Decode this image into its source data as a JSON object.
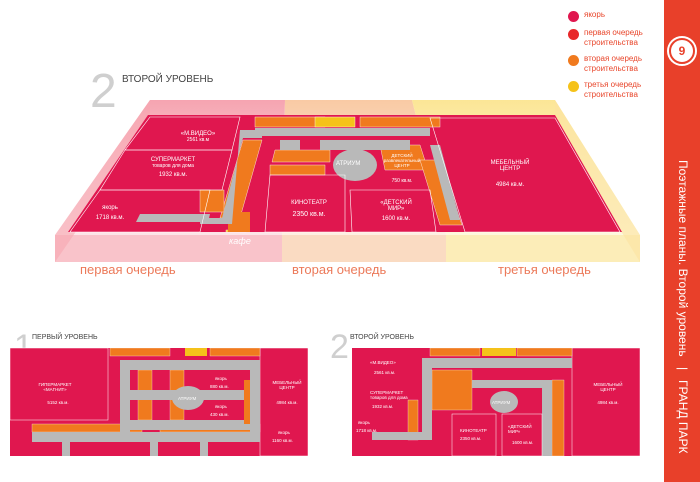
{
  "page_number": "9",
  "sidebar": {
    "title": "Поэтажные планы. Второй уровень",
    "separator": "|",
    "brand": "ГРАНД ПАРК"
  },
  "legend": [
    {
      "label": "якорь",
      "color": "#e0174f"
    },
    {
      "label": "первая очередь строительства",
      "color": "#e8282a"
    },
    {
      "label": "вторая очередь строительства",
      "color": "#f07a1e"
    },
    {
      "label": "третья очередь строительства",
      "color": "#f5c21a"
    }
  ],
  "main_plan": {
    "level_number": "2",
    "level_title": "ВТОРОЙ УРОВЕНЬ",
    "stages": [
      "первая очередь",
      "вторая очередь",
      "третья очередь"
    ],
    "units": {
      "mvideo": "«М.ВИДЕО»",
      "mvideo_area": "2561 кв.м",
      "supermarket": "СУПЕРМАРКЕТ",
      "supermarket_sub": "товаров для дома",
      "supermarket_area": "1932 кв.м.",
      "anchor": "якорь",
      "anchor_area": "1718 кв.м.",
      "cafe": "кафе",
      "atrium": "АТРИУМ",
      "kids_center": "ДЕТСКИЙ развлекательный ЦЕНТР",
      "kids_center_area": "750 кв.м.",
      "cinema": "КИНОТЕАТР",
      "cinema_area": "2350 кв.м.",
      "detsky_mir": "«ДЕТСКИЙ МИР»",
      "detsky_mir_area": "1600 кв.м.",
      "furniture": "МЕБЕЛЬНЫЙ ЦЕНТР",
      "furniture_area": "4984 кв.м."
    }
  },
  "plan_level1": {
    "level_number": "1",
    "level_title": "ПЕРВЫЙ УРОВЕНЬ",
    "hypermarket": "ГИПЕРМАРКЕТ «МАГНИТ»",
    "hypermarket_area": "5152 кв.м.",
    "atrium": "АТРИУМ",
    "anchor1": "якорь",
    "anchor1_area": "880 кв.м.",
    "anchor2": "якорь",
    "anchor2_area": "430 кв.м.",
    "furniture": "МЕБЕЛЬНЫЙ ЦЕНТР",
    "furniture_area": "4984 кв.м.",
    "anchor3": "якорь",
    "anchor3_area": "1160 кв.м."
  },
  "plan_level2": {
    "level_number": "2",
    "level_title": "ВТОРОЙ УРОВЕНЬ",
    "mvideo": "«М.ВИДЕО»",
    "mvideo_area": "2561 кв.м.",
    "supermarket": "СУПЕРМАРКЕТ товаров для дома",
    "supermarket_area": "1932 кв.м.",
    "anchor": "якорь",
    "anchor_area": "1718 кв.м.",
    "atrium": "АТРИУМ",
    "cinema": "КИНОТЕАТР",
    "cinema_area": "2350 кв.м.",
    "detsky_mir": "«ДЕТСКИЙ МИР»",
    "detsky_mir_area": "1600 кв.м.",
    "furniture": "МЕБЕЛЬНЫЙ ЦЕНТР",
    "furniture_area": "4984 кв.м."
  }
}
